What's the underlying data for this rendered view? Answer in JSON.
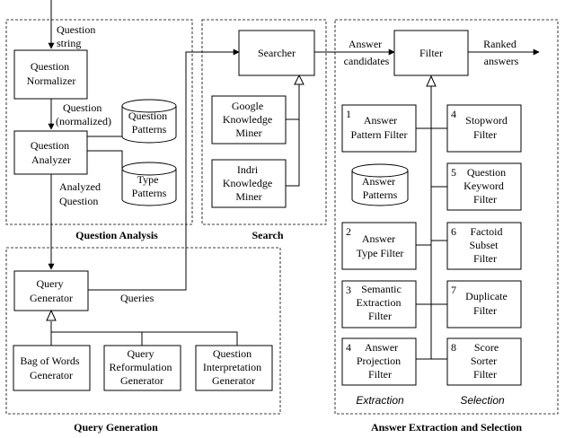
{
  "groups": {
    "question_analysis": "Question Analysis",
    "search": "Search",
    "query_generation": "Query Generation",
    "answer_extraction_selection": "Answer Extraction and Selection"
  },
  "boxes": {
    "question_normalizer": [
      "Question",
      "Normalizer"
    ],
    "question_analyzer": [
      "Question",
      "Analyzer"
    ],
    "question_patterns": [
      "Question",
      "Patterns"
    ],
    "type_patterns": [
      "Type",
      "Patterns"
    ],
    "searcher": [
      "Searcher"
    ],
    "google_miner": [
      "Google",
      "Knowledge",
      "Miner"
    ],
    "indri_miner": [
      "Indri",
      "Knowledge",
      "Miner"
    ],
    "query_generator": [
      "Query",
      "Generator"
    ],
    "bag_of_words": [
      "Bag of Words",
      "Generator"
    ],
    "query_reformulation": [
      "Query",
      "Reformulation",
      "Generator"
    ],
    "question_interpretation": [
      "Question",
      "Interpretation",
      "Generator"
    ],
    "filter": [
      "Filter"
    ],
    "answer_patterns": [
      "Answer",
      "Patterns"
    ],
    "answer_pattern_filter": {
      "num": "1",
      "lines": [
        "Answer",
        "Pattern Filter"
      ]
    },
    "answer_type_filter": {
      "num": "2",
      "lines": [
        "Answer",
        "Type Filter"
      ]
    },
    "semantic_extraction_filter": {
      "num": "3",
      "lines": [
        "Semantic",
        "Extraction",
        "Filter"
      ]
    },
    "answer_projection_filter": {
      "num": "4",
      "lines": [
        "Answer",
        "Projection",
        "Filter"
      ]
    },
    "stopword_filter": {
      "num": "4",
      "lines": [
        "Stopword",
        "Filter"
      ]
    },
    "question_keyword_filter": {
      "num": "5",
      "lines": [
        "Question",
        "Keyword",
        "Filter"
      ]
    },
    "factoid_subset_filter": {
      "num": "6",
      "lines": [
        "Factoid",
        "Subset",
        "Filter"
      ]
    },
    "duplicate_filter": {
      "num": "7",
      "lines": [
        "Duplicate",
        "Filter"
      ]
    },
    "score_sorter_filter": {
      "num": "8",
      "lines": [
        "Score",
        "Sorter",
        "Filter"
      ]
    }
  },
  "edge_labels": {
    "question_string": [
      "Question",
      "string"
    ],
    "question_normalized": [
      "Question",
      "(normalized)"
    ],
    "analyzed_question": [
      "Analyzed",
      "Question"
    ],
    "queries": "Queries",
    "answer_candidates": [
      "Answer",
      "candidates"
    ],
    "ranked_answers": [
      "Ranked",
      "answers"
    ]
  },
  "column_labels": {
    "extraction": "Extraction",
    "selection": "Selection"
  }
}
